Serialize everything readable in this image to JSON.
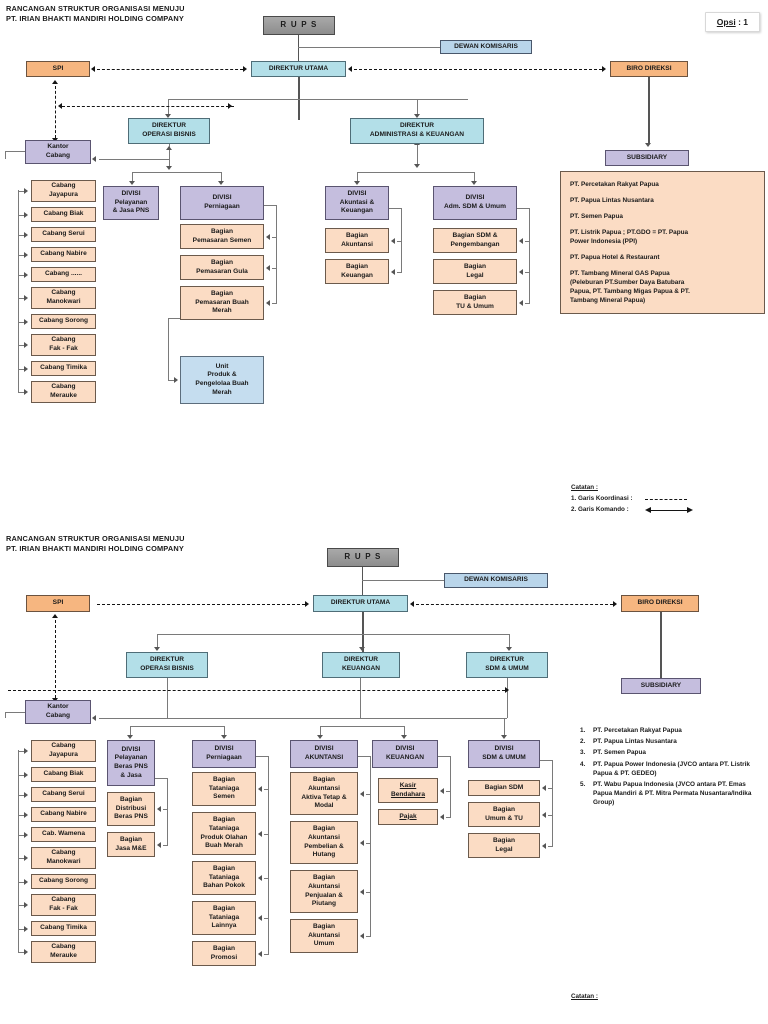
{
  "chart_data": {
    "type": "diagram",
    "title": "RANCANGAN STRUKTUR ORGANISASI MENUJU\nPT. IRIAN BHAKTI MANDIRI HOLDING COMPANY",
    "charts": 2,
    "legend": [
      "Garis Koordinasi",
      "Garis Komando"
    ]
  },
  "colors": {
    "rups": "#8d8d8d",
    "director": "#b3dfe8",
    "komisaris": "#b9d5ea",
    "spi": "#f6b680",
    "biro": "#f6b680",
    "divisi": "#c5bede",
    "bagian": "#fbdcc4",
    "unit": "#c5ddef"
  },
  "chart1": {
    "title": "RANCANGAN STRUKTUR ORGANISASI MENUJU\nPT. IRIAN BHAKTI MANDIRI HOLDING COMPANY",
    "opsi_label": "Opsi",
    "opsi_value": "1",
    "rups": "R U P S",
    "dewan_komisaris": "DEWAN KOMISARIS",
    "direktur_utama": "DIREKTUR UTAMA",
    "spi": "SPI",
    "biro_direksi": "BIRO DIREKSI",
    "kantor_cabang": "Kantor\nCabang",
    "subsidiary": "SUBSIDIARY",
    "direktur_operasi": "DIREKTUR\nOPERASI BISNIS",
    "direktur_adm": "DIREKTUR\nADMINISTRASI & KEUANGAN",
    "divisi_pelayanan": "DIVISI\nPelayanan\n& Jasa PNS",
    "divisi_perniagaan": "DIVISI\nPerniagaan",
    "divisi_akuntansi": "DIVISI\nAkuntasi &\nKeuangan",
    "divisi_adm_sdm": "DIVISI\nAdm. SDM & Umum",
    "cabang": [
      "Cabang\nJayapura",
      "Cabang Biak",
      "Cabang Serui",
      "Cabang Nabire",
      "Cabang ......",
      "Cabang\nManokwari",
      "Cabang Sorong",
      "Cabang\nFak - Fak",
      "Cabang Timika",
      "Cabang\nMerauke"
    ],
    "perniagaan_items": [
      "Bagian\nPemasaran Semen",
      "Bagian\nPemasaran Gula",
      "Bagian\nPemasaran Buah\nMerah"
    ],
    "unit_produk": "Unit\nProduk &\nPengelolaa Buah\nMerah",
    "akuntansi_items": [
      "Bagian\nAkuntansi",
      "Bagian\nKeuangan"
    ],
    "sdm_items": [
      "Bagian SDM &\nPengembangan",
      "Bagian\nLegal",
      "Bagian\nTU & Umum"
    ],
    "subsidiary_list": [
      "PT. Percetakan Rakyat Papua",
      "PT. Papua Lintas Nusantara",
      "PT. Semen Papua",
      "PT. Listrik Papua ; PT.GDO = PT. Papua\nPower Indonesia (PPI)",
      "PT. Papua Hotel & Restaurant",
      "PT. Tambang Mineral GAS Papua\n(Peleburan PT.Sumber Daya Batubara\nPapua, PT. Tambang Migas Papua & PT.\nTambang Mineral Papua)"
    ],
    "catatan_title": "Catatan :",
    "catatan_items": [
      {
        "num": "1.",
        "label": "Garis Koordinasi :",
        "sample": "dashed"
      },
      {
        "num": "2.",
        "label": "Garis Komando   :",
        "sample": "arrow"
      }
    ]
  },
  "chart2": {
    "title": "RANCANGAN STRUKTUR ORGANISASI MENUJU\nPT. IRIAN BHAKTI MANDIRI HOLDING COMPANY",
    "rups": "R U P S",
    "dewan_komisaris": "DEWAN KOMISARIS",
    "direktur_utama": "DIREKTUR UTAMA",
    "spi": "SPI",
    "biro_direksi": "BIRO DIREKSI",
    "kantor_cabang": "Kantor\nCabang",
    "subsidiary": "SUBSIDIARY",
    "direktur_operasi": "DIREKTUR\nOPERASI BISNIS",
    "direktur_keuangan": "DIREKTUR\nKEUANGAN",
    "direktur_sdm": "DIREKTUR\nSDM & UMUM",
    "divisi_pelayanan": "DIVISI\nPelayanan\nBeras PNS\n& Jasa",
    "divisi_perniagaan": "DIVISI\nPerniagaan",
    "divisi_akuntansi": "DIVISI\nAKUNTANSI",
    "divisi_keuangan": "DIVISI\nKEUANGAN",
    "divisi_sdm": "DIVISI\nSDM & UMUM",
    "cabang": [
      "Cabang\nJayapura",
      "Cabang Biak",
      "Cabang Serui",
      "Cabang Nabire",
      "Cab. Wamena",
      "Cabang\nManokwari",
      "Cabang Sorong",
      "Cabang\nFak - Fak",
      "Cabang Timika",
      "Cabang\nMerauke"
    ],
    "pelayanan_items": [
      "Bagian\nDistribusi\nBeras PNS",
      "Bagian\nJasa M&E"
    ],
    "perniagaan_items": [
      "Bagian\nTataniaga\nSemen",
      "Bagian\nTataniaga\nProduk Olahan\nBuah Merah",
      "Bagian\nTataniaga\nBahan Pokok",
      "Bagian\nTataniaga\nLainnya",
      "Bagian\nPromosi"
    ],
    "akuntansi_items": [
      "Bagian\nAkuntansi\nAktiva Tetap &\nModal",
      "Bagian\nAkuntansi\nPembelian &\nHutang",
      "Bagian\nAkuntansi\nPenjualan &\nPiutang",
      "Bagian\nAkuntansi\nUmum"
    ],
    "keuangan_items": [
      "Kasir\nBendahara",
      "Pajak"
    ],
    "sdm_items": [
      "Bagian  SDM",
      "Bagian\nUmum & TU",
      "Bagian\nLegal"
    ],
    "subsidiary_list": [
      {
        "num": "1.",
        "text": "PT. Percetakan Rakyat Papua"
      },
      {
        "num": "2.",
        "text": "PT. Papua Lintas Nusantara"
      },
      {
        "num": "3.",
        "text": "PT. Semen Papua"
      },
      {
        "num": "4.",
        "text": "PT. Papua Power Indonesia (JVCO antara PT. Listrik Papua & PT. GEDEO)"
      },
      {
        "num": "5.",
        "text": "PT. Wabu Papua Indonesia (JVCO antara PT. Emas Papua Mandiri & PT. Mitra Permata Nusantara/Indika Group)"
      }
    ],
    "catatan_title": "Catatan :"
  }
}
